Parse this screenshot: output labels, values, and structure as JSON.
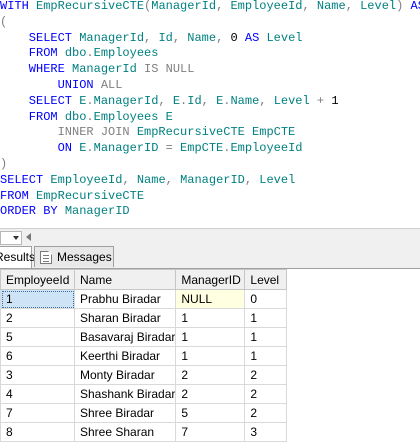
{
  "editor": {
    "lines": [
      {
        "tokens": [
          {
            "t": "WITH ",
            "c": "kw"
          },
          {
            "t": "EmpRecursiveCTE",
            "c": "id"
          },
          {
            "t": "(",
            "c": "op"
          },
          {
            "t": "ManagerId",
            "c": "id"
          },
          {
            "t": ", ",
            "c": "op"
          },
          {
            "t": "EmployeeId",
            "c": "id"
          },
          {
            "t": ", ",
            "c": "op"
          },
          {
            "t": "Name",
            "c": "id"
          },
          {
            "t": ", ",
            "c": "op"
          },
          {
            "t": "Level",
            "c": "id"
          },
          {
            "t": ") ",
            "c": "op"
          },
          {
            "t": "AS",
            "c": "kw"
          }
        ]
      },
      {
        "tokens": [
          {
            "t": "(",
            "c": "op"
          }
        ]
      },
      {
        "tokens": [
          {
            "t": "    SELECT ",
            "c": "kw"
          },
          {
            "t": "ManagerId",
            "c": "id"
          },
          {
            "t": ", ",
            "c": "op"
          },
          {
            "t": "Id",
            "c": "id"
          },
          {
            "t": ", ",
            "c": "op"
          },
          {
            "t": "Name",
            "c": "id"
          },
          {
            "t": ", ",
            "c": "op"
          },
          {
            "t": "0 ",
            "c": "nm"
          },
          {
            "t": "AS ",
            "c": "kw"
          },
          {
            "t": "Level",
            "c": "id"
          }
        ]
      },
      {
        "tokens": [
          {
            "t": "    FROM ",
            "c": "kw"
          },
          {
            "t": "dbo",
            "c": "id"
          },
          {
            "t": ".",
            "c": "op"
          },
          {
            "t": "Employees",
            "c": "id"
          }
        ]
      },
      {
        "tokens": [
          {
            "t": "    WHERE ",
            "c": "kw"
          },
          {
            "t": "ManagerId ",
            "c": "id"
          },
          {
            "t": "IS NULL",
            "c": "op"
          }
        ]
      },
      {
        "tokens": [
          {
            "t": "        UNION ",
            "c": "kw"
          },
          {
            "t": "ALL",
            "c": "op"
          }
        ]
      },
      {
        "tokens": [
          {
            "t": "    SELECT ",
            "c": "kw"
          },
          {
            "t": "E",
            "c": "id"
          },
          {
            "t": ".",
            "c": "op"
          },
          {
            "t": "ManagerId",
            "c": "id"
          },
          {
            "t": ", ",
            "c": "op"
          },
          {
            "t": "E",
            "c": "id"
          },
          {
            "t": ".",
            "c": "op"
          },
          {
            "t": "Id",
            "c": "id"
          },
          {
            "t": ", ",
            "c": "op"
          },
          {
            "t": "E",
            "c": "id"
          },
          {
            "t": ".",
            "c": "op"
          },
          {
            "t": "Name",
            "c": "id"
          },
          {
            "t": ", ",
            "c": "op"
          },
          {
            "t": "Level ",
            "c": "id"
          },
          {
            "t": "+ ",
            "c": "op"
          },
          {
            "t": "1",
            "c": "nm"
          }
        ]
      },
      {
        "tokens": [
          {
            "t": "    FROM ",
            "c": "kw"
          },
          {
            "t": "dbo",
            "c": "id"
          },
          {
            "t": ".",
            "c": "op"
          },
          {
            "t": "Employees ",
            "c": "id"
          },
          {
            "t": "E",
            "c": "id"
          }
        ]
      },
      {
        "tokens": [
          {
            "t": "        INNER JOIN ",
            "c": "op"
          },
          {
            "t": "EmpRecursiveCTE ",
            "c": "id"
          },
          {
            "t": "EmpCTE",
            "c": "id"
          }
        ]
      },
      {
        "tokens": [
          {
            "t": "        ON ",
            "c": "kw"
          },
          {
            "t": "E",
            "c": "id"
          },
          {
            "t": ".",
            "c": "op"
          },
          {
            "t": "ManagerID ",
            "c": "id"
          },
          {
            "t": "= ",
            "c": "op"
          },
          {
            "t": "EmpCTE",
            "c": "id"
          },
          {
            "t": ".",
            "c": "op"
          },
          {
            "t": "EmployeeId",
            "c": "id"
          }
        ]
      },
      {
        "tokens": [
          {
            "t": ")",
            "c": "op"
          }
        ]
      },
      {
        "tokens": [
          {
            "t": "SELECT ",
            "c": "kw"
          },
          {
            "t": "EmployeeId",
            "c": "id"
          },
          {
            "t": ", ",
            "c": "op"
          },
          {
            "t": "Name",
            "c": "id"
          },
          {
            "t": ", ",
            "c": "op"
          },
          {
            "t": "ManagerID",
            "c": "id"
          },
          {
            "t": ", ",
            "c": "op"
          },
          {
            "t": "Level",
            "c": "id"
          }
        ]
      },
      {
        "tokens": [
          {
            "t": "FROM ",
            "c": "kw"
          },
          {
            "t": "EmpRecursiveCTE",
            "c": "id"
          }
        ]
      },
      {
        "tokens": [
          {
            "t": "ORDER BY ",
            "c": "kw"
          },
          {
            "t": "ManagerID",
            "c": "id"
          }
        ]
      }
    ]
  },
  "tabs": {
    "results_label": "Results",
    "messages_label": "Messages"
  },
  "grid": {
    "columns": [
      "EmployeeId",
      "Name",
      "ManagerID",
      "Level"
    ],
    "rows": [
      [
        "1",
        "Prabhu Biradar",
        "NULL",
        "0"
      ],
      [
        "2",
        "Sharan Biradar",
        "1",
        "1"
      ],
      [
        "5",
        "Basavaraj Biradar",
        "1",
        "1"
      ],
      [
        "6",
        "Keerthi Biradar",
        "1",
        "1"
      ],
      [
        "3",
        "Monty Biradar",
        "2",
        "2"
      ],
      [
        "4",
        "Shashank Biradar",
        "2",
        "2"
      ],
      [
        "7",
        "Shree Biradar",
        "5",
        "2"
      ],
      [
        "8",
        "Shree Sharan",
        "7",
        "3"
      ]
    ]
  }
}
